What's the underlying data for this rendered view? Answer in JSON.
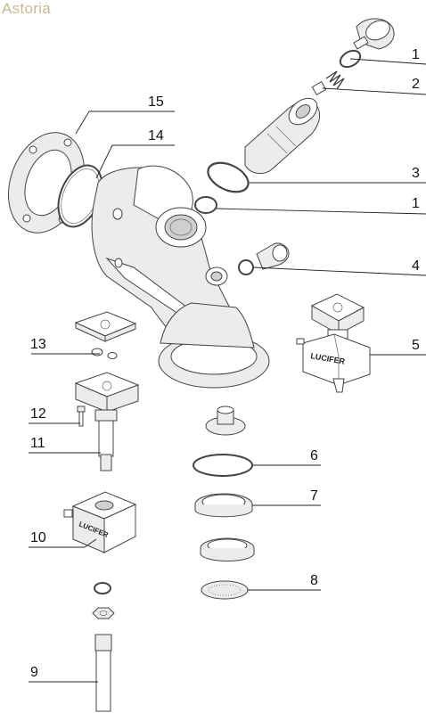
{
  "brand": "Astoria",
  "callouts": [
    {
      "id": "1",
      "label": "1"
    },
    {
      "id": "2",
      "label": "2"
    },
    {
      "id": "3",
      "label": "3"
    },
    {
      "id": "1b",
      "label": "1"
    },
    {
      "id": "4",
      "label": "4"
    },
    {
      "id": "15",
      "label": "15"
    },
    {
      "id": "14",
      "label": "14"
    },
    {
      "id": "5",
      "label": "5"
    },
    {
      "id": "13",
      "label": "13"
    },
    {
      "id": "12",
      "label": "12"
    },
    {
      "id": "11",
      "label": "11"
    },
    {
      "id": "6",
      "label": "6"
    },
    {
      "id": "7",
      "label": "7"
    },
    {
      "id": "10",
      "label": "10"
    },
    {
      "id": "8",
      "label": "8"
    },
    {
      "id": "9",
      "label": "9"
    }
  ],
  "coil_labels": {
    "coil_upper": "LUCIFER",
    "coil_lower": "LUCIFER"
  }
}
